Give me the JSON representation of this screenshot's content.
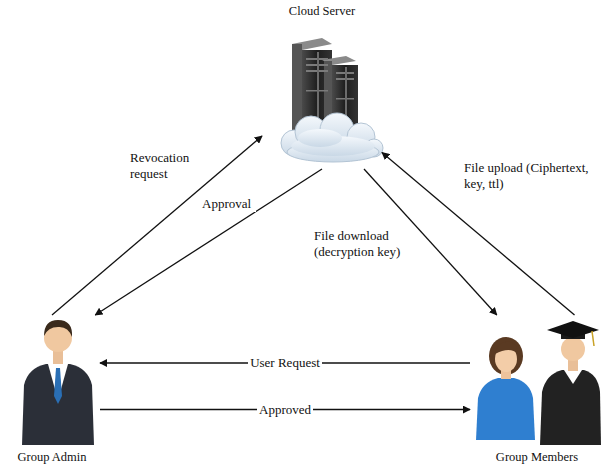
{
  "diagram": {
    "nodes": [
      {
        "text": [
          "Cloud Server"
        ]
      },
      {
        "text": [
          "Group Admin"
        ]
      },
      {
        "text": [
          "Group Members"
        ]
      }
    ],
    "edges": [
      {
        "from": 1,
        "to": 0,
        "label": "Revocation request",
        "arrow": "to"
      },
      {
        "from": 0,
        "to": 1,
        "label": "Approval",
        "arrow": "to"
      },
      {
        "from": 2,
        "to": 0,
        "label": "File upload (Ciphertext, key, ttl)",
        "arrow": "to"
      },
      {
        "from": 0,
        "to": 2,
        "label": "File download (decryption key)",
        "arrow": "to"
      },
      {
        "from": 2,
        "to": 1,
        "label": "User Request",
        "arrow": "to"
      },
      {
        "from": 1,
        "to": 2,
        "label": "Approved",
        "arrow": "to"
      }
    ]
  }
}
